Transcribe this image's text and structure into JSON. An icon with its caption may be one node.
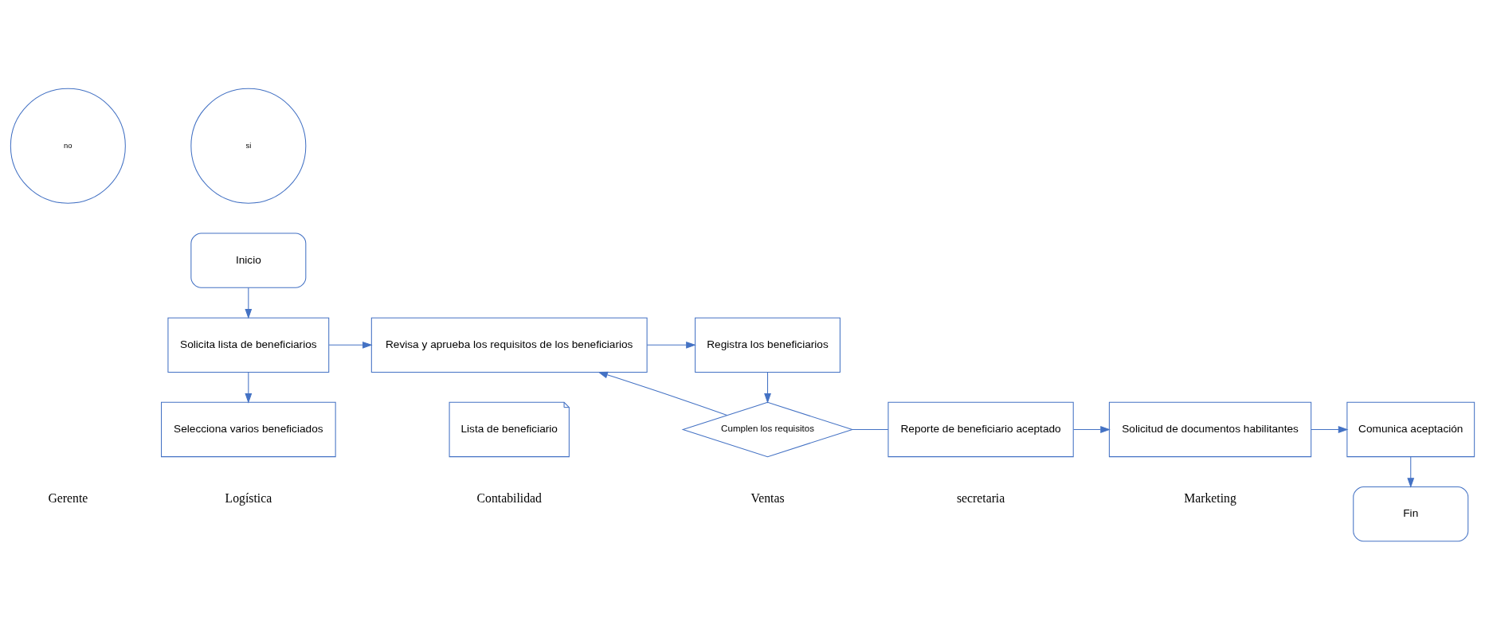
{
  "diagram": {
    "nodes": [
      {
        "text": [
          "Inicio"
        ]
      },
      {
        "text": [
          "Solicita lista de beneficiarios"
        ]
      },
      {
        "text": [
          "Lista de beneficiario"
        ]
      },
      {
        "text": [
          "Revisa y aprueba los requisitos de los beneficiarios"
        ]
      },
      {
        "text": [
          "Registra los beneficiarios"
        ]
      },
      {
        "text": [
          "no"
        ]
      },
      {
        "text": [
          "si"
        ]
      },
      {
        "text": [
          "Selecciona varios beneficiados"
        ]
      },
      {
        "text": [
          "Cumplen los requisitos"
        ]
      },
      {
        "text": [
          "Reporte de beneficiario aceptado"
        ]
      },
      {
        "text": [
          "Solicitud de documentos habilitantes"
        ]
      },
      {
        "text": [
          "Comunica aceptación"
        ]
      },
      {
        "text": [
          "Fin"
        ]
      }
    ],
    "edges": [
      {
        "from": 0,
        "to": 1,
        "arrow": "to"
      },
      {
        "from": 1,
        "to": 3,
        "arrow": "to"
      },
      {
        "from": 1,
        "to": 7,
        "arrow": "to"
      },
      {
        "from": 3,
        "to": 4,
        "arrow": "to"
      },
      {
        "from": 4,
        "to": 8,
        "arrow": "to"
      },
      {
        "from": 8,
        "to": 3,
        "arrow": "to"
      },
      {
        "from": 8,
        "to": 9,
        "arrow": "none"
      },
      {
        "from": 9,
        "to": 10,
        "arrow": "to"
      },
      {
        "from": 10,
        "to": 11,
        "arrow": "to"
      },
      {
        "from": 11,
        "to": 12,
        "arrow": "to"
      }
    ],
    "labels": [
      "Gerente",
      "Logística",
      "Contabilidad",
      "Ventas",
      "secretaria",
      "Marketing"
    ]
  }
}
